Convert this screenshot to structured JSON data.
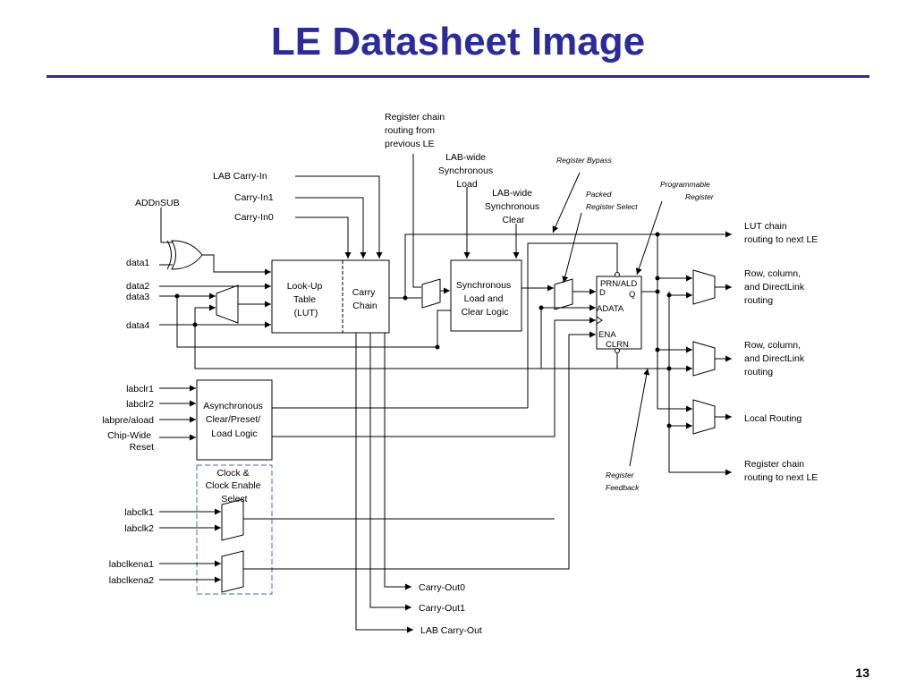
{
  "slide": {
    "title": "LE Datasheet Image",
    "page_number": "13"
  },
  "diagram": {
    "inputs": {
      "addnsub": "ADDnSUB",
      "data1": "data1",
      "data2": "data2",
      "data3": "data3",
      "data4": "data4",
      "labclr1": "labclr1",
      "labclr2": "labclr2",
      "labpre_aload": "labpre/aload",
      "chip_wide_reset": [
        "Chip-Wide",
        "Reset"
      ],
      "labclk1": "labclk1",
      "labclk2": "labclk2",
      "labclkena1": "labclkena1",
      "labclkena2": "labclkena2",
      "lab_carry_in": "LAB Carry-In",
      "carry_in1": "Carry-In1",
      "carry_in0": "Carry-In0"
    },
    "blocks": {
      "lut": [
        "Look-Up",
        "Table",
        "(LUT)"
      ],
      "carry_chain": [
        "Carry",
        "Chain"
      ],
      "sync_load": [
        "Synchronous",
        "Load and",
        "Clear Logic"
      ],
      "async_logic": [
        "Asynchronous",
        "Clear/Preset/",
        "Load Logic"
      ],
      "clock_select": [
        "Clock &",
        "Clock Enable",
        "Select"
      ],
      "register_ports": {
        "prn_ald": "PRN/ALD",
        "d": "D",
        "q": "Q",
        "adata": "ADATA",
        "ena": "ENA",
        "clrn": "CLRN"
      }
    },
    "annotations": {
      "register_chain_in": [
        "Register chain",
        "routing from",
        "previous LE"
      ],
      "lab_wide_sync_load": [
        "LAB-wide",
        "Synchronous",
        "Load"
      ],
      "lab_wide_sync_clear": [
        "LAB-wide",
        "Synchronous",
        "Clear"
      ],
      "register_bypass": "Register Bypass",
      "packed_register_select": [
        "Packed",
        "Register Select"
      ],
      "programmable_register": [
        "Programmable",
        "Register"
      ],
      "register_feedback": [
        "Register",
        "Feedback"
      ]
    },
    "outputs": {
      "lut_chain": [
        "LUT chain",
        "routing to next LE"
      ],
      "row_column_1": [
        "Row, column,",
        "and DirectLink",
        "routing"
      ],
      "row_column_2": [
        "Row, column,",
        "and DirectLink",
        "routing"
      ],
      "local_routing": "Local Routing",
      "register_chain_out": [
        "Register chain",
        "routing to  next LE"
      ],
      "carry_out0": "Carry-Out0",
      "carry_out1": "Carry-Out1",
      "lab_carry_out": "LAB Carry-Out"
    }
  }
}
